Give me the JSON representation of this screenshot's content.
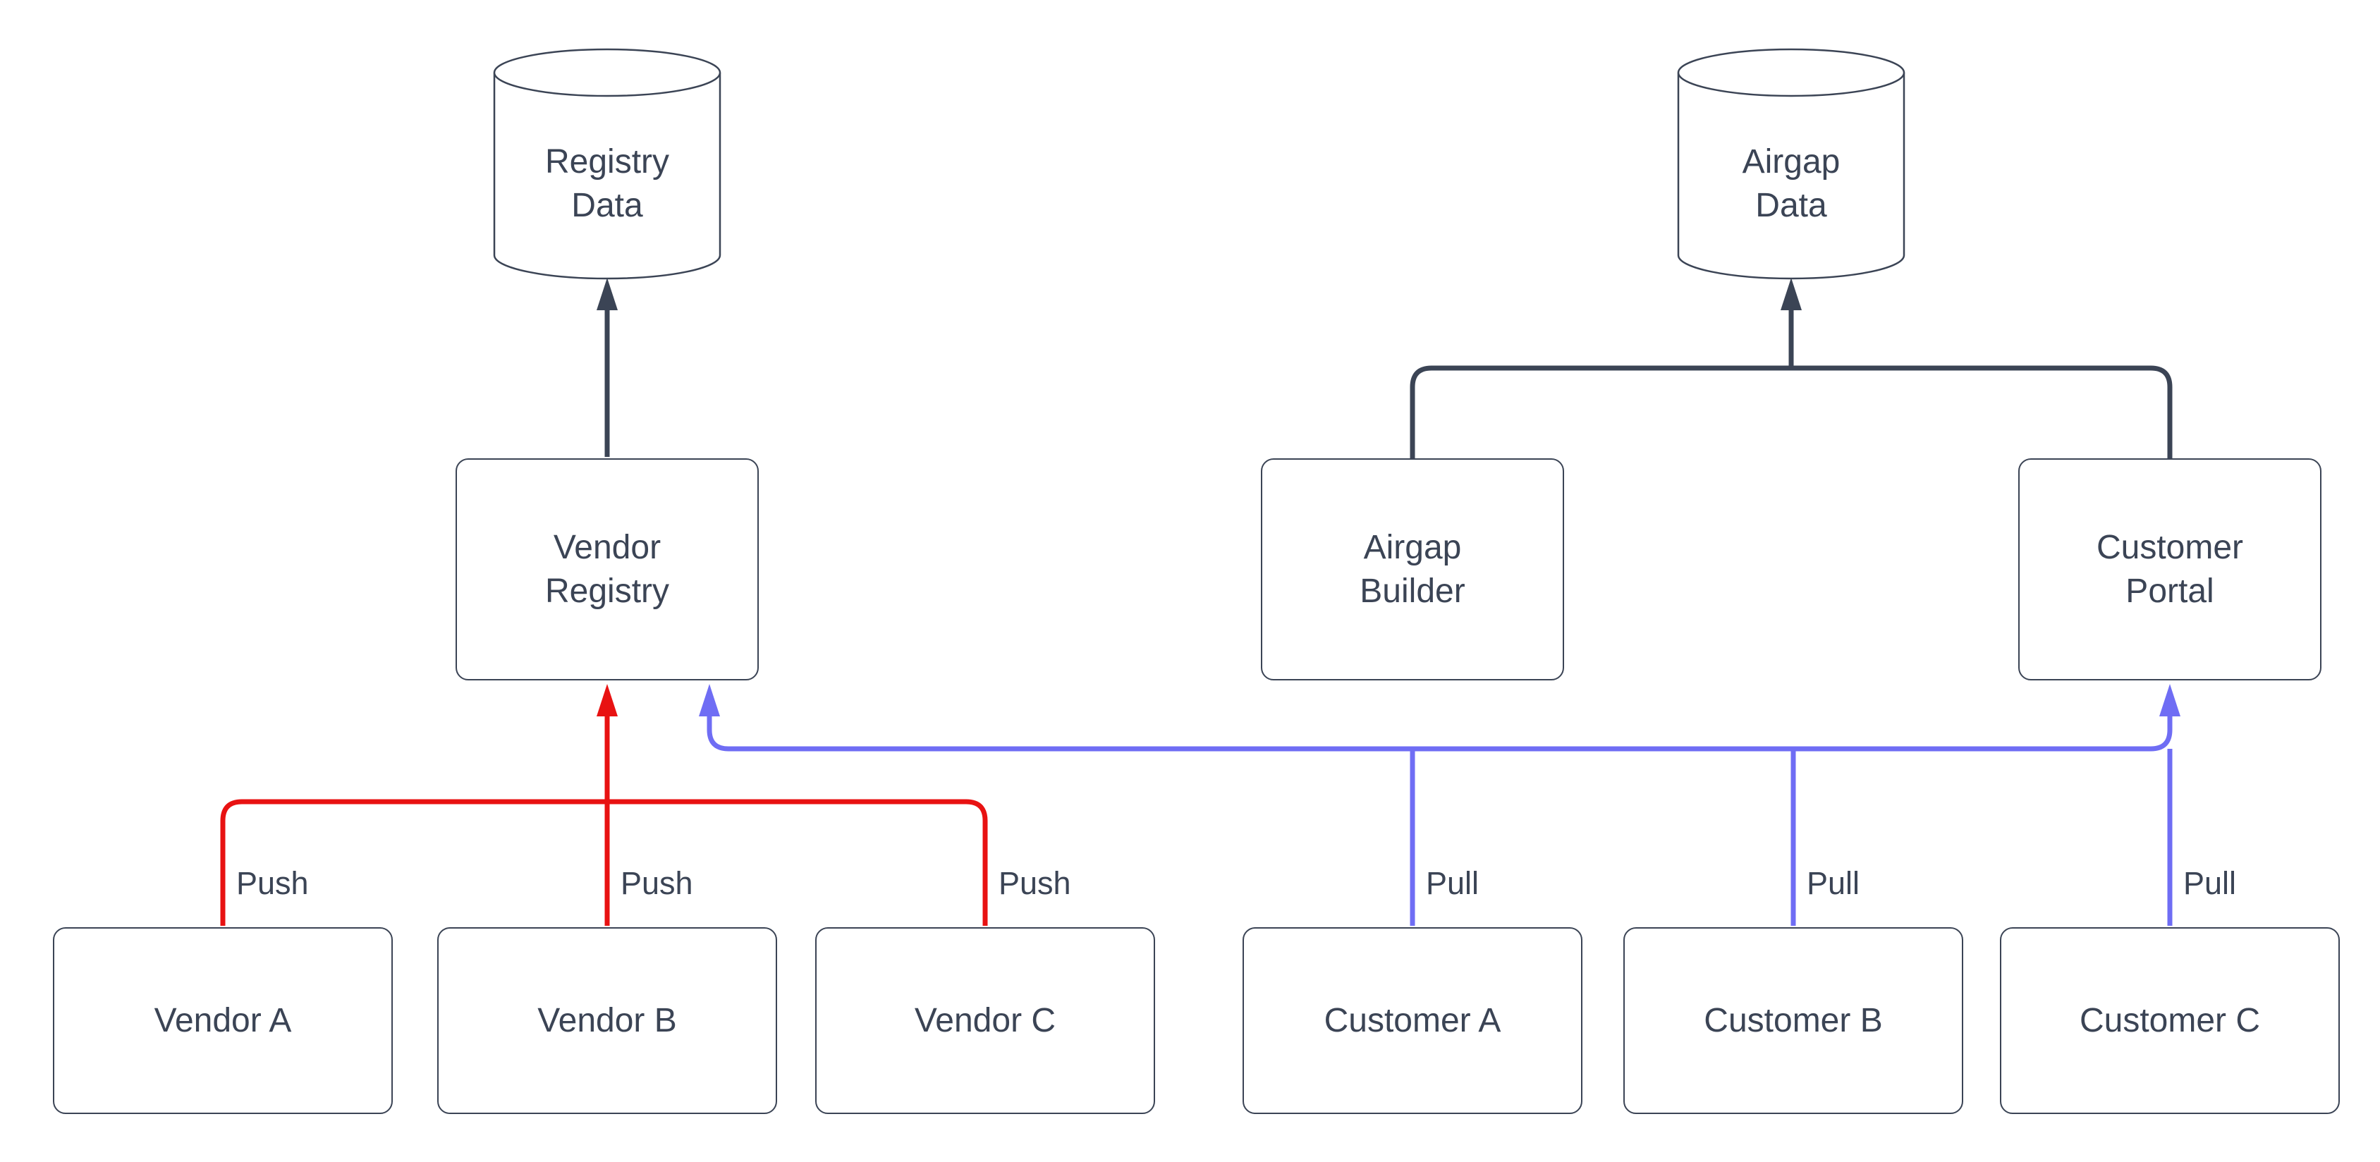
{
  "colors": {
    "dark": "#3b4455",
    "push": "#e81212",
    "pull": "#6f6df4",
    "text": "#3b4455",
    "fill": "#ffffff",
    "bg": "#ffffff"
  },
  "nodes": {
    "registry_data": {
      "type": "cylinder",
      "line1": "Registry",
      "line2": "Data"
    },
    "airgap_data": {
      "type": "cylinder",
      "line1": "Airgap",
      "line2": "Data"
    },
    "vendor_registry": {
      "type": "box",
      "line1": "Vendor",
      "line2": "Registry"
    },
    "airgap_builder": {
      "type": "box",
      "line1": "Airgap",
      "line2": "Builder"
    },
    "customer_portal": {
      "type": "box",
      "line1": "Customer",
      "line2": "Portal"
    },
    "vendor_a": {
      "type": "box",
      "label": "Vendor A"
    },
    "vendor_b": {
      "type": "box",
      "label": "Vendor B"
    },
    "vendor_c": {
      "type": "box",
      "label": "Vendor C"
    },
    "customer_a": {
      "type": "box",
      "label": "Customer A"
    },
    "customer_b": {
      "type": "box",
      "label": "Customer B"
    },
    "customer_c": {
      "type": "box",
      "label": "Customer C"
    }
  },
  "edges": {
    "push_label": "Push",
    "pull_label": "Pull"
  }
}
